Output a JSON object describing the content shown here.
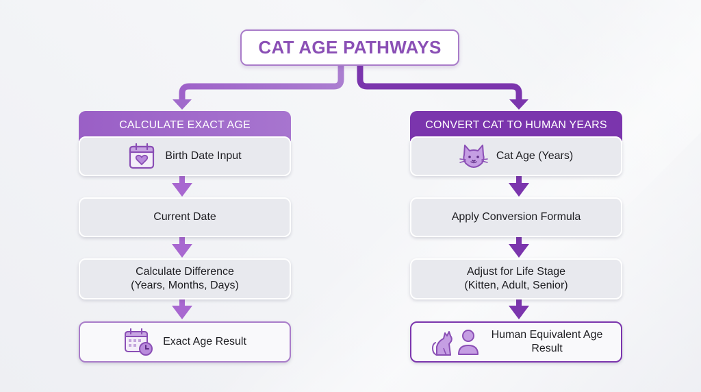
{
  "title": "CAT AGE PATHWAYS",
  "colors": {
    "left_accent": "#a06acb",
    "right_accent": "#7b35ad",
    "title_text": "#8a4fb5",
    "node_fill": "#e8e9ee",
    "background": "#f2f3f6"
  },
  "left_path": {
    "header": "CALCULATE EXACT AGE",
    "steps": [
      {
        "label": "Birth Date Input",
        "icon": "calendar-heart-icon"
      },
      {
        "label": "Current Date"
      },
      {
        "label": "Calculate Difference\n(Years, Months, Days)"
      },
      {
        "label": "Exact Age Result",
        "icon": "calendar-clock-icon"
      }
    ]
  },
  "right_path": {
    "header": "CONVERT CAT TO HUMAN YEARS",
    "steps": [
      {
        "label": "Cat Age (Years)",
        "icon": "cat-face-icon"
      },
      {
        "label": "Apply Conversion Formula"
      },
      {
        "label": "Adjust for Life Stage\n(Kitten, Adult, Senior)"
      },
      {
        "label": "Human Equivalent Age\nResult",
        "icon": "cat-and-person-icon"
      }
    ]
  }
}
